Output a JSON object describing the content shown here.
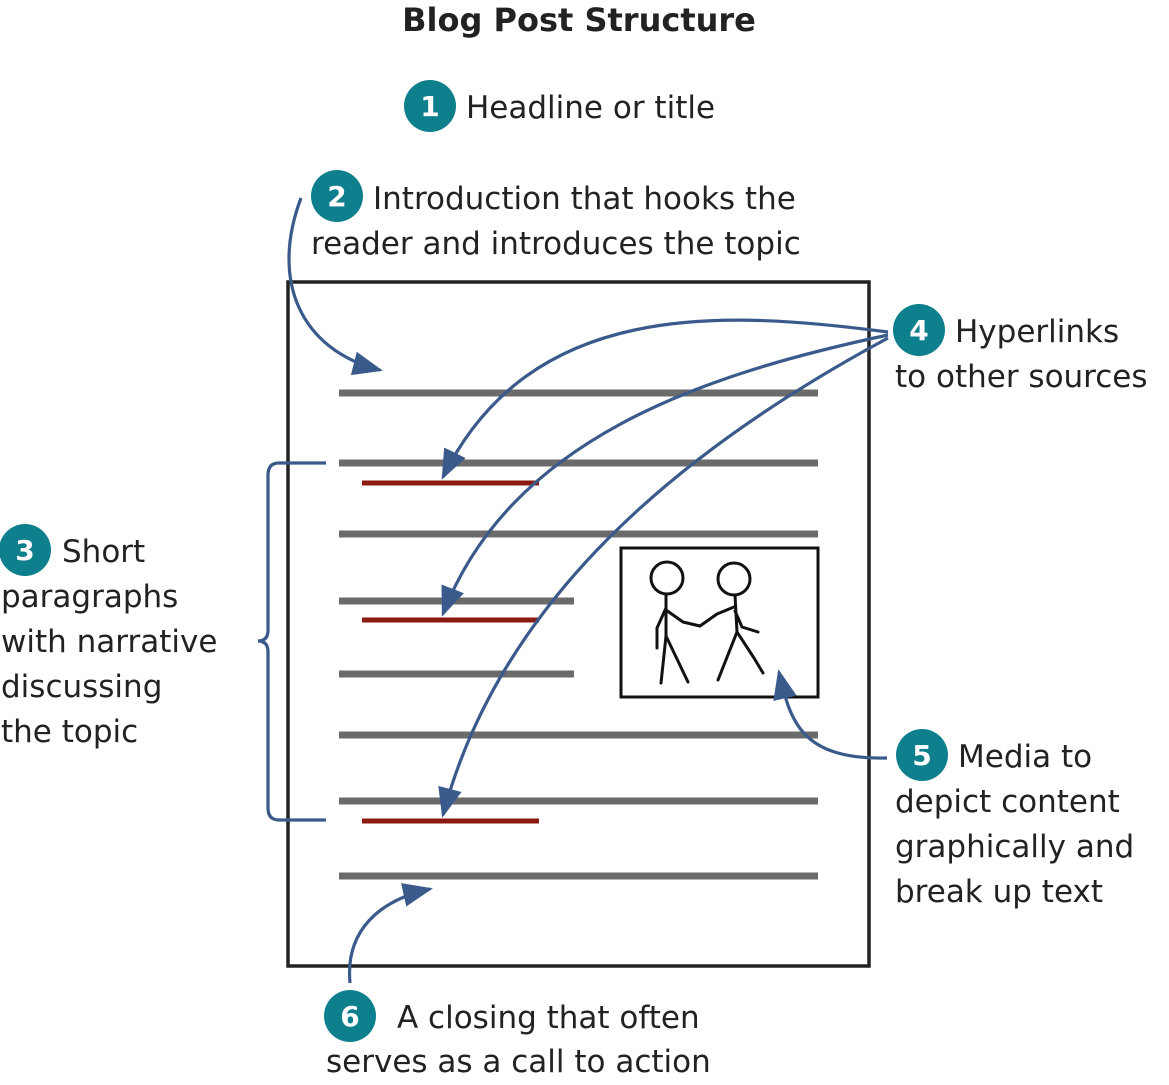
{
  "title": "Blog Post Structure",
  "colors": {
    "badge": "#0e7f8c",
    "arrow": "#3a5a8c",
    "text_line": "#6b6b6b",
    "hyperlink_line": "#8a1a10",
    "border": "#222222"
  },
  "callouts": [
    {
      "number": "1",
      "lines": [
        "Headline or title"
      ]
    },
    {
      "number": "2",
      "lines": [
        "Introduction that hooks the",
        "reader and introduces the topic"
      ]
    },
    {
      "number": "3",
      "lines": [
        "Short",
        "paragraphs",
        "with narrative",
        "discussing",
        "the topic"
      ]
    },
    {
      "number": "4",
      "lines": [
        "Hyperlinks",
        "to other sources"
      ]
    },
    {
      "number": "5",
      "lines": [
        "Media to",
        "depict content",
        "graphically and",
        "break up text"
      ]
    },
    {
      "number": "6",
      "lines": [
        "A closing that often",
        "serves as a call to action"
      ]
    }
  ],
  "media_icon": "two-people-holding-hands-icon"
}
